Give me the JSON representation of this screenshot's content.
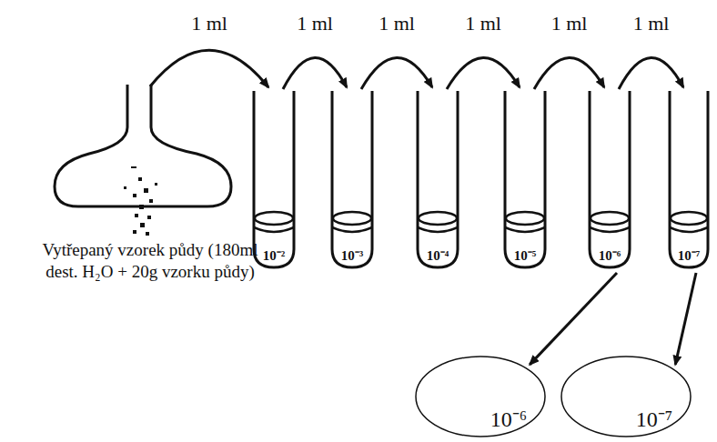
{
  "diagram": {
    "nodes": [
      {
        "text": [
          "Vytřepaný vzorek půdy (180ml dest. H₂O + 20g vzorku půdy)"
        ]
      },
      {
        "text": [
          "10⁻²"
        ]
      },
      {
        "text": [
          "10⁻³"
        ]
      },
      {
        "text": [
          "10⁻⁴"
        ]
      },
      {
        "text": [
          "10⁻⁵"
        ]
      },
      {
        "text": [
          "10⁻⁶"
        ]
      },
      {
        "text": [
          "10⁻⁷"
        ]
      },
      {
        "text": [
          "10⁻⁶"
        ]
      },
      {
        "text": [
          "10⁻⁷"
        ]
      }
    ],
    "edges": [
      {
        "from": 0,
        "to": 1,
        "label": "1 ml",
        "arrow": "to"
      },
      {
        "from": 1,
        "to": 2,
        "label": "1 ml",
        "arrow": "to"
      },
      {
        "from": 2,
        "to": 3,
        "label": "1 ml",
        "arrow": "to"
      },
      {
        "from": 3,
        "to": 4,
        "label": "1 ml",
        "arrow": "to"
      },
      {
        "from": 4,
        "to": 5,
        "label": "1 ml",
        "arrow": "to"
      },
      {
        "from": 5,
        "to": 6,
        "label": "1 ml",
        "arrow": "to"
      },
      {
        "from": 5,
        "to": 7,
        "arrow": "to"
      },
      {
        "from": 6,
        "to": 8,
        "arrow": "to"
      }
    ]
  }
}
